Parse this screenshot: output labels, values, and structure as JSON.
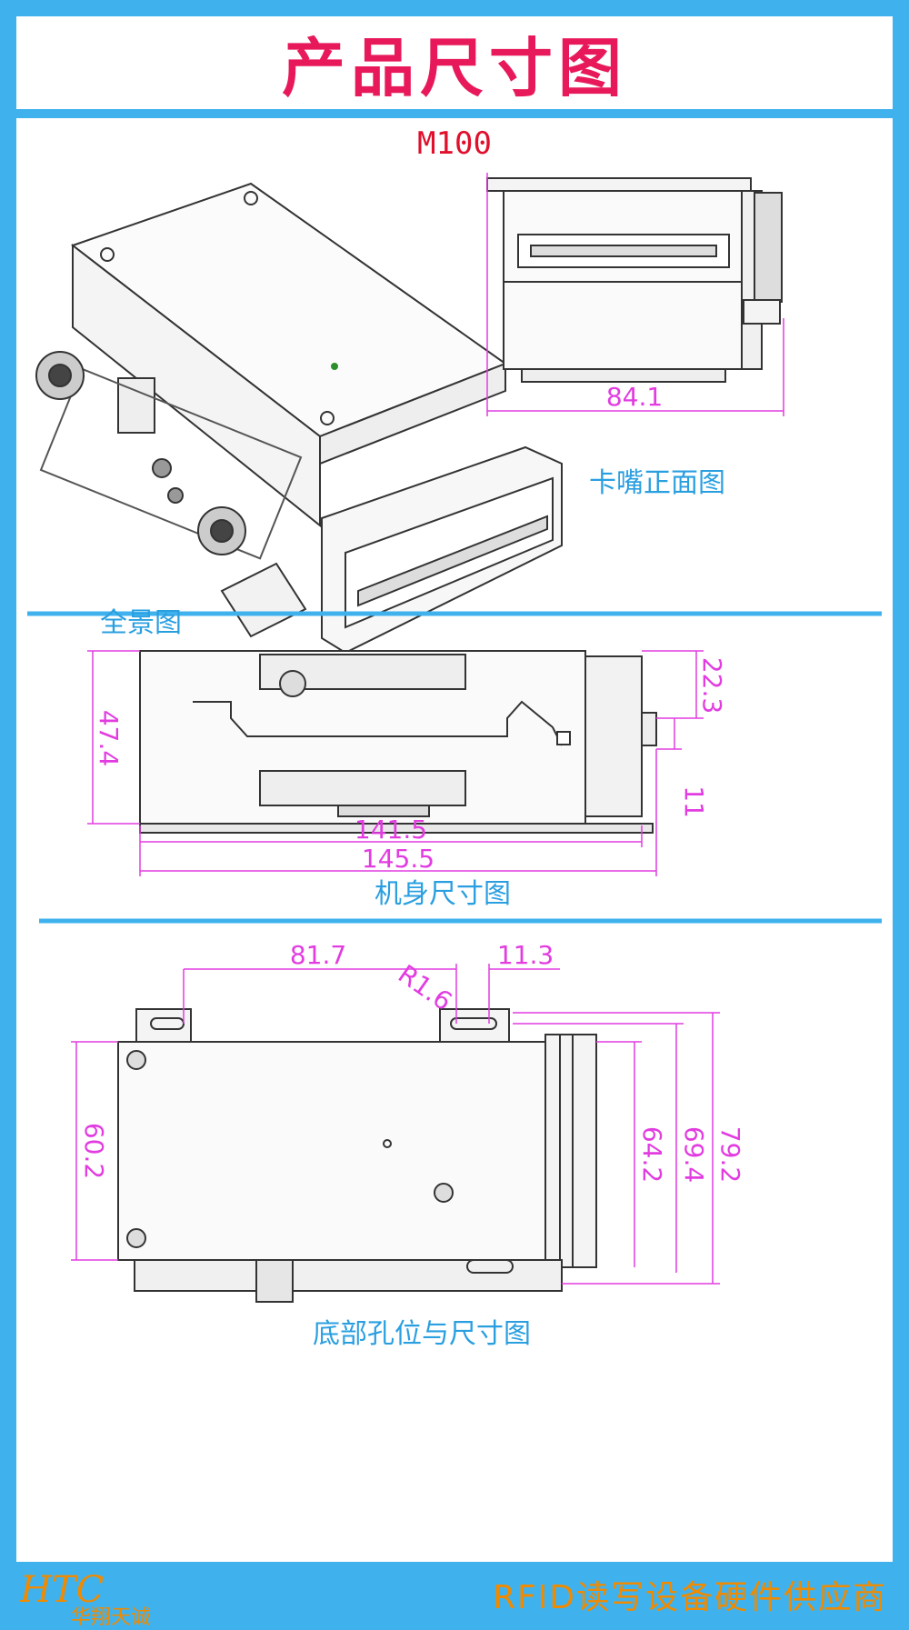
{
  "header": {
    "title": "产品尺寸图"
  },
  "model": "M100",
  "views": {
    "panorama": {
      "caption": "全景图"
    },
    "slot_front": {
      "caption": "卡嘴正面图",
      "width": "84.1"
    },
    "body": {
      "caption": "机身尺寸图",
      "height_left": "47.4",
      "right_top": "22.3",
      "right_slot": "11",
      "length_inner": "141.5",
      "length_outer": "145.5"
    },
    "bottom": {
      "caption": "底部孔位与尺寸图",
      "hole_span": "81.7",
      "hole_right": "11.3",
      "radius": "R1.6",
      "left_height": "60.2",
      "h1": "64.2",
      "h2": "69.4",
      "h3": "79.2"
    }
  },
  "footer": {
    "logo_text": "华翔天诚",
    "logo_mark": "HTC",
    "slogan": "RFID读写设备硬件供应商"
  },
  "colors": {
    "frame": "#3fb2ee",
    "title": "#e8195a",
    "dimension": "#e23ce0",
    "caption": "#2a9fe0",
    "slogan": "#f08a00"
  }
}
